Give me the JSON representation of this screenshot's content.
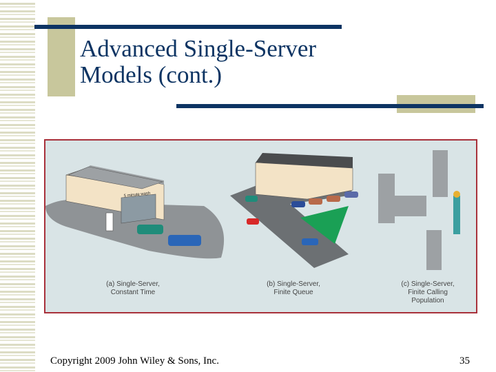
{
  "slide": {
    "title_line1": "Advanced Single-Server",
    "title_line2": "Models (cont.)",
    "footer_copyright": "Copyright 2009 John Wiley & Sons, Inc.",
    "page_number": "35"
  },
  "figure": {
    "captions": [
      {
        "line1": "(a)  Single-Server,",
        "line2": "Constant Time"
      },
      {
        "line1": "(b)  Single-Server,",
        "line2": "Finite Queue"
      },
      {
        "line1": "(c)  Single-Server,",
        "line2": "Finite Calling",
        "line3": "Population"
      }
    ],
    "sign_text": "5 minute wash"
  },
  "colors": {
    "navy": "#0d3463",
    "tan": "#c8c79c",
    "frame": "#a8303a"
  }
}
